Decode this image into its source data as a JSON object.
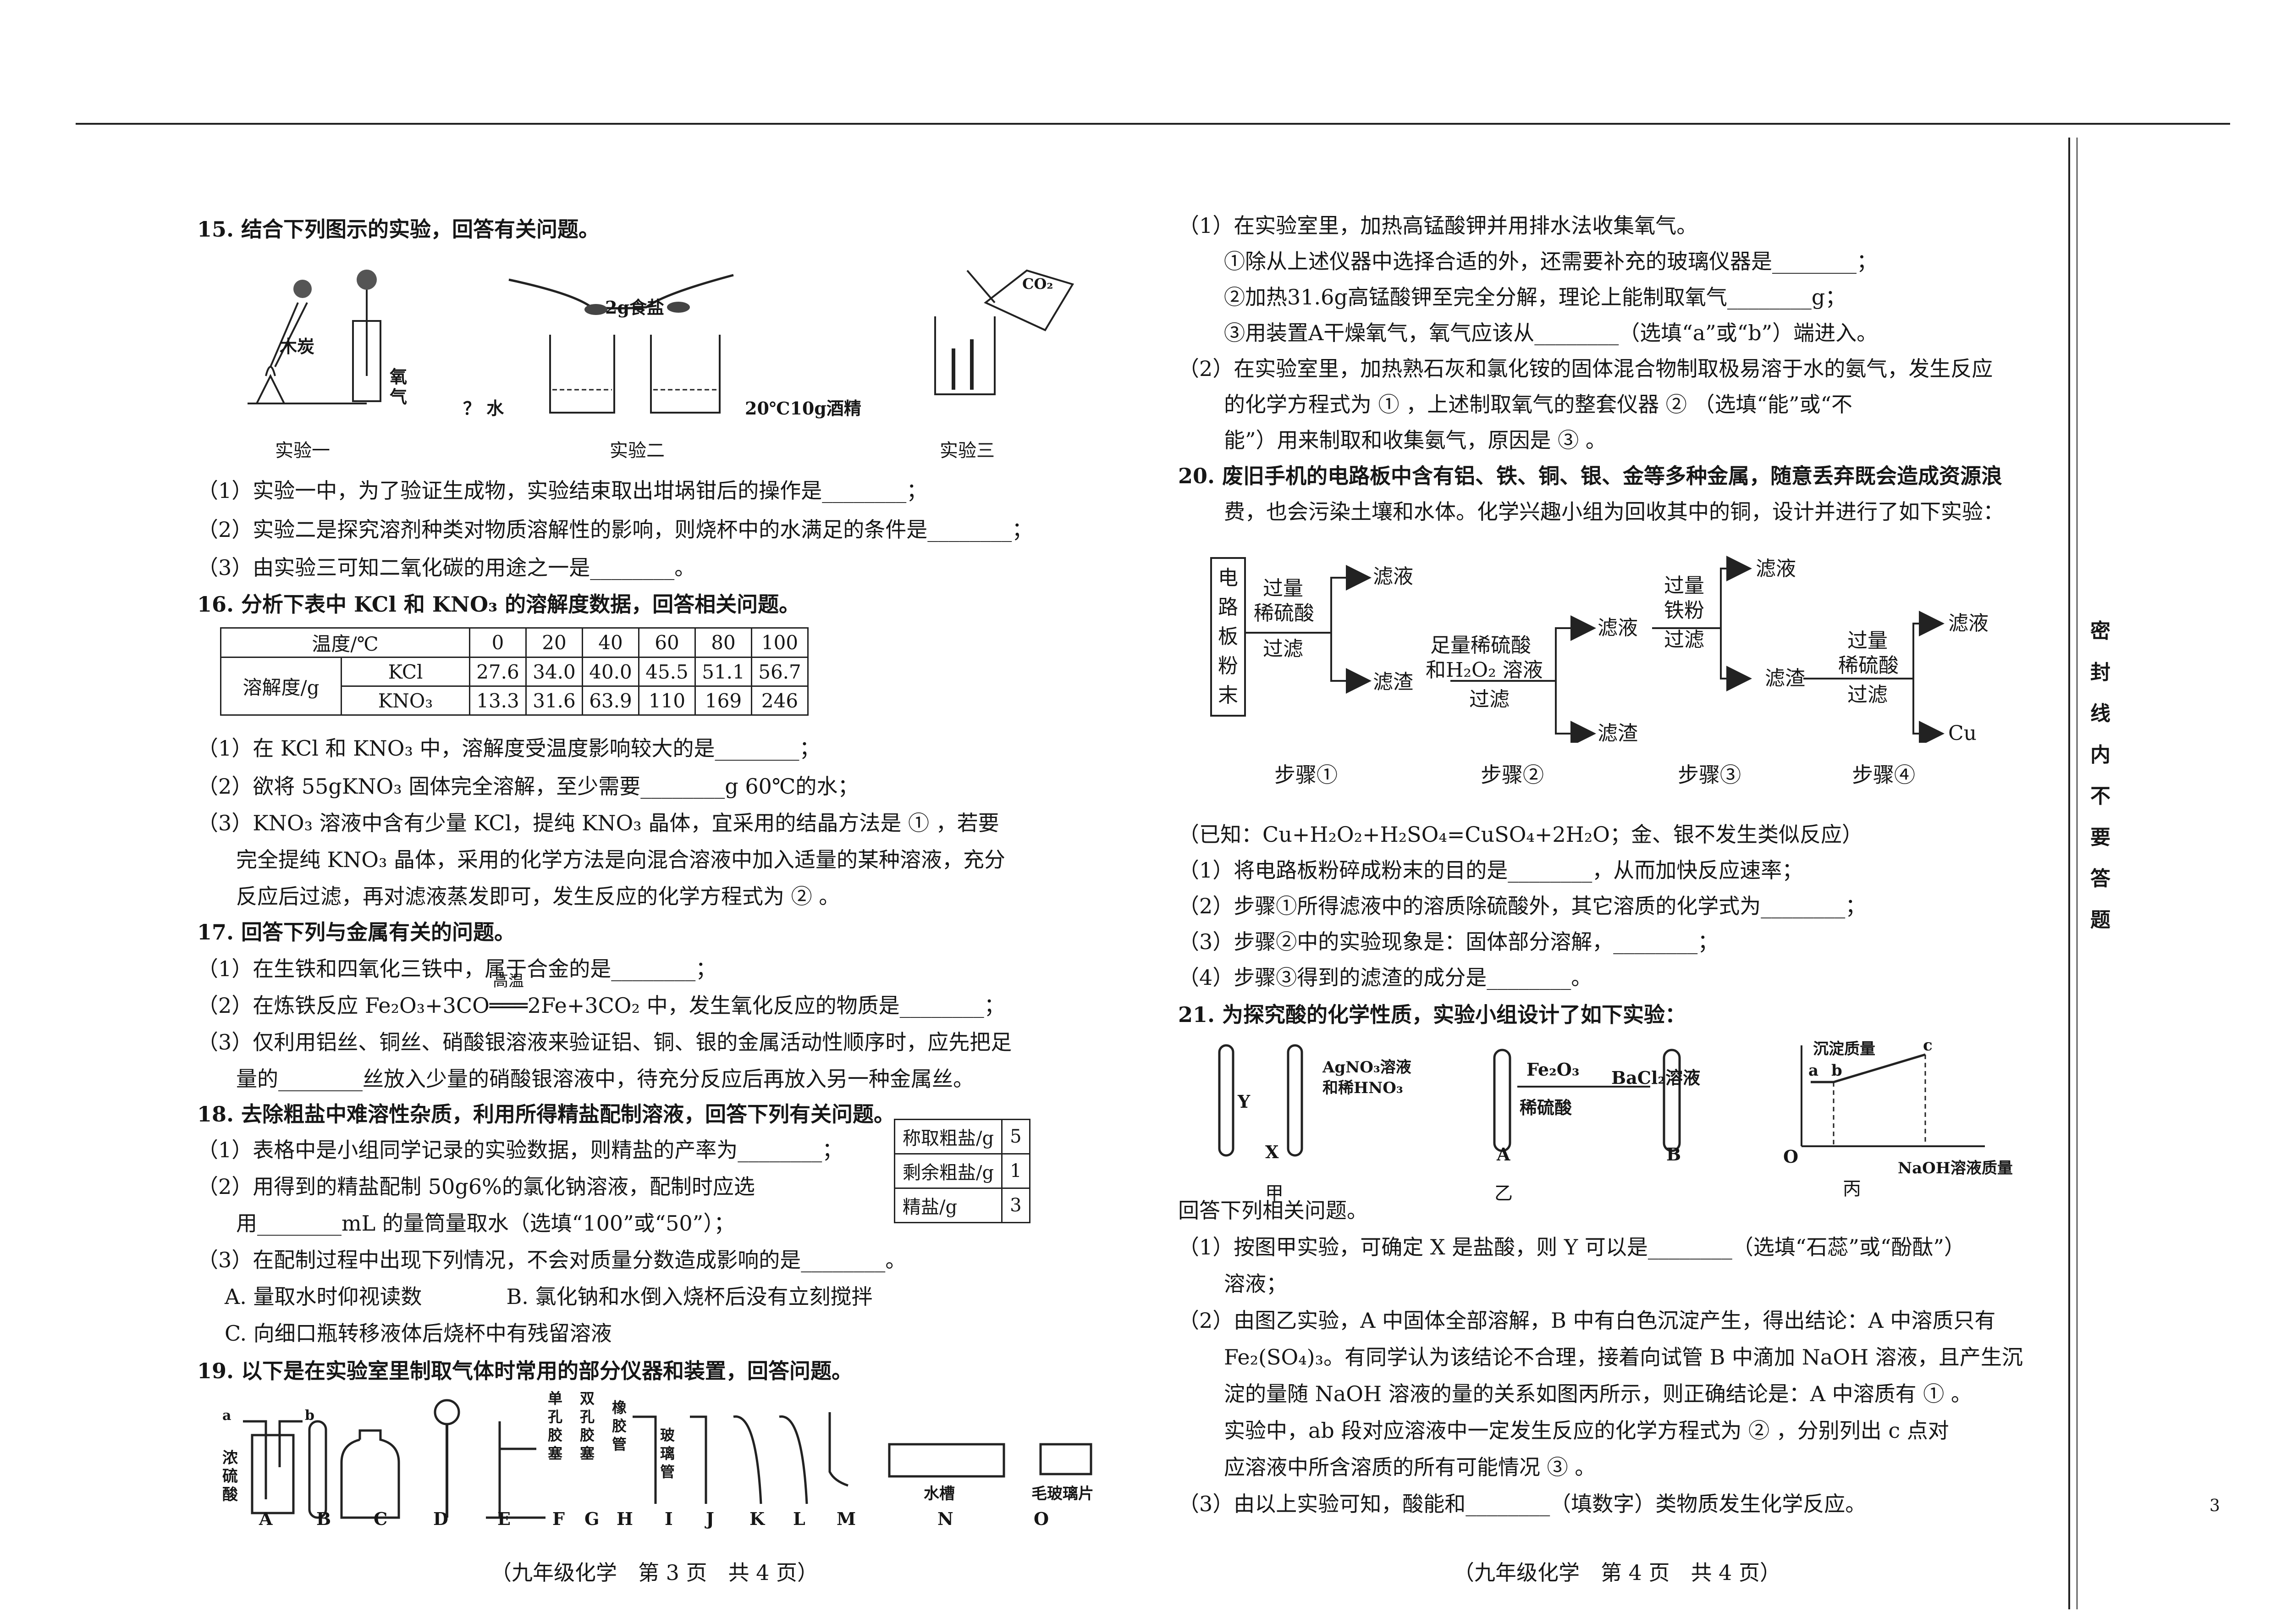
{
  "left_page": {
    "q15": {
      "title": "15. 结合下列图示的实验，回答有关问题。",
      "img_labels": {
        "charcoal": "木炭",
        "oxygen": "氧气",
        "salt": "2g食盐",
        "water": "？ 水",
        "alcohol": "20℃10g酒精",
        "co2": "CO₂"
      },
      "captions": [
        "实验一",
        "实验二",
        "实验三"
      ],
      "lines": [
        "（1）实验一中，为了验证生成物，实验结束取出坩埚钳后的操作是________；",
        "（2）实验二是探究溶剂种类对物质溶解性的影响，则烧杯中的水满足的条件是________；",
        "（3）由实验三可知二氧化碳的用途之一是________。"
      ]
    },
    "q16": {
      "title": "16. 分析下表中 KCl 和 KNO₃ 的溶解度数据，回答相关问题。",
      "table": {
        "head": "温度/℃",
        "temps": [
          "0",
          "20",
          "40",
          "60",
          "80",
          "100"
        ],
        "rowlabel": "溶解度/g",
        "rows": [
          {
            "name": "KCl",
            "values": [
              "27.6",
              "34.0",
              "40.0",
              "45.5",
              "51.1",
              "56.7"
            ]
          },
          {
            "name": "KNO₃",
            "values": [
              "13.3",
              "31.6",
              "63.9",
              "110",
              "169",
              "246"
            ]
          }
        ]
      },
      "lines": [
        "（1）在 KCl 和 KNO₃ 中，溶解度受温度影响较大的是________；",
        "（2）欲将 55gKNO₃ 固体完全溶解，至少需要________g 60℃的水；",
        "（3）KNO₃ 溶液中含有少量 KCl，提纯 KNO₃ 晶体，宜采用的结晶方法是 ① ，若要",
        "完全提纯 KNO₃ 晶体，采用的化学方法是向混合溶液中加入适量的某种溶液，充分",
        "反应后过滤，再对滤液蒸发即可，发生反应的化学方程式为 ② 。"
      ]
    },
    "q17": {
      "title": "17. 回答下列与金属有关的问题。",
      "lines": [
        "（1）在生铁和四氧化三铁中，属于合金的是________；",
        "（2）在炼铁反应 Fe₂O₃+3CO═══2Fe+3CO₂ 中，发生氧化反应的物质是________；",
        "（3）仅利用铝丝、铜丝、硝酸银溶液来验证铝、铜、银的金属活动性顺序时，应先把足",
        "量的________丝放入少量的硝酸银溶液中，待充分反应后再放入另一种金属丝。"
      ],
      "condition": "高温"
    },
    "q18": {
      "title": "18. 去除粗盐中难溶性杂质，利用所得精盐配制溶液，回答下列有关问题。",
      "lines": [
        "（1）表格中是小组同学记录的实验数据，则精盐的产率为________；",
        "（2）用得到的精盐配制 50g6%的氯化钠溶液，配制时应选",
        "用________mL 的量筒量取水（选填“100”或“50”）；",
        "（3）在配制过程中出现下列情况，不会对质量分数造成影响的是________。",
        "A. 量取水时仰视读数　　　　B. 氯化钠和水倒入烧杯后没有立刻搅拌",
        "C. 向细口瓶转移液体后烧杯中有残留溶液"
      ],
      "table": [
        {
          "label": "称取粗盐/g",
          "value": "5"
        },
        {
          "label": "剩余粗盐/g",
          "value": "1"
        },
        {
          "label": "精盐/g",
          "value": "3"
        }
      ]
    },
    "q19": {
      "title": "19. 以下是在实验室里制取气体时常用的部分仪器和装置，回答问题。",
      "img_labels": {
        "acid": "浓硫酸",
        "a": "a",
        "b": "b",
        "single": "单孔胶塞",
        "double": "双孔胶塞",
        "rubber": "橡胶管",
        "glass": "玻璃管",
        "trough": "水槽",
        "plate": "毛玻璃片"
      },
      "letters": [
        "A",
        "B",
        "C",
        "D",
        "E",
        "F",
        "G",
        "H",
        "I",
        "J",
        "K",
        "L",
        "M",
        "N",
        "O"
      ]
    },
    "footer": "（九年级化学　第 3 页　共 4 页）"
  },
  "right_page": {
    "q19cont": [
      "（1）在实验室里，加热高锰酸钾并用排水法收集氧气。",
      "①除从上述仪器中选择合适的外，还需要补充的玻璃仪器是________；",
      "②加热31.6g高锰酸钾至完全分解，理论上能制取氧气________g；",
      "③用装置A干燥氧气，氧气应该从________（选填“a”或“b”）端进入。",
      "（2）在实验室里，加热熟石灰和氯化铵的固体混合物制取极易溶于水的氨气，发生反应",
      "的化学方程式为 ① ，上述制取氧气的整套仪器 ② （选填“能”或“不",
      "能”）用来制取和收集氨气，原因是 ③ 。"
    ],
    "q20": {
      "title_lines": [
        "20. 废旧手机的电路板中含有铝、铁、铜、银、金等多种金属，随意丢弃既会造成资源浪",
        "费，也会污染土壤和水体。化学兴趣小组为回收其中的铜，设计并进行了如下实验："
      ],
      "flow": {
        "start": "电路板粉末",
        "s1_top": "过量",
        "s1_mid": "稀硫酸",
        "s1_bot": "过滤",
        "filtrate": "滤液",
        "residue": "滤渣",
        "s2_top": "足量稀硫酸",
        "s2_mid": "和H₂O₂ 溶液",
        "s2_bot": "过滤",
        "s3_top": "过量",
        "s3_mid": "铁粉",
        "s3_bot": "过滤",
        "s4_top": "过量",
        "s4_mid": "稀硫酸",
        "s4_bot": "过滤",
        "cu": "Cu"
      },
      "steps": [
        "步骤①",
        "步骤②",
        "步骤③",
        "步骤④"
      ],
      "lines": [
        "（已知：Cu+H₂O₂+H₂SO₄=CuSO₄+2H₂O；金、银不发生类似反应）",
        "（1）将电路板粉碎成粉末的目的是________，从而加快反应速率；",
        "（2）步骤①所得滤液中的溶质除硫酸外，其它溶质的化学式为________；",
        "（3）步骤②中的实验现象是：固体部分溶解，________；",
        "（4）步骤③得到的滤渣的成分是________。"
      ]
    },
    "q21": {
      "title": "21. 为探究酸的化学性质，实验小组设计了如下实验：",
      "img_labels": {
        "y": "Y",
        "x": "X",
        "agno3": "AgNO₃溶液",
        "hno3": "和稀HNO₃",
        "fe2o3": "Fe₂O₃",
        "h2so4": "稀硫酸",
        "bacl2": "BaCl₂溶液",
        "a": "A",
        "b": "B",
        "ylabel": "沉淀质量",
        "xlabel": "NaOH溶液质量",
        "o": "O",
        "pa": "a",
        "pb": "b",
        "pc": "c"
      },
      "captions": [
        "甲",
        "乙",
        "丙"
      ],
      "lines": [
        "回答下列相关问题。",
        "（1）按图甲实验，可确定 X 是盐酸，则 Y 可以是________（选填“石蕊”或“酚酞”）",
        "溶液；",
        "（2）由图乙实验，A 中固体全部溶解，B 中有白色沉淀产生，得出结论：A 中溶质只有",
        "Fe₂(SO₄)₃。有同学认为该结论不合理，接着向试管 B 中滴加 NaOH 溶液，且产生沉",
        "淀的量随 NaOH 溶液的量的关系如图丙所示，则正确结论是：A 中溶质有 ① 。",
        "实验中，ab 段对应溶液中一定发生反应的化学方程式为 ② ，分别列出 c 点对",
        "应溶液中所含溶质的所有可能情况 ③ 。",
        "（3）由以上实验可知，酸能和________（填数字）类物质发生化学反应。"
      ]
    },
    "footer": "（九年级化学　第 4 页　共 4 页）"
  },
  "seal": [
    "密",
    "封",
    "线",
    "内",
    "不",
    "要",
    "答",
    "题"
  ],
  "page_number": "3"
}
